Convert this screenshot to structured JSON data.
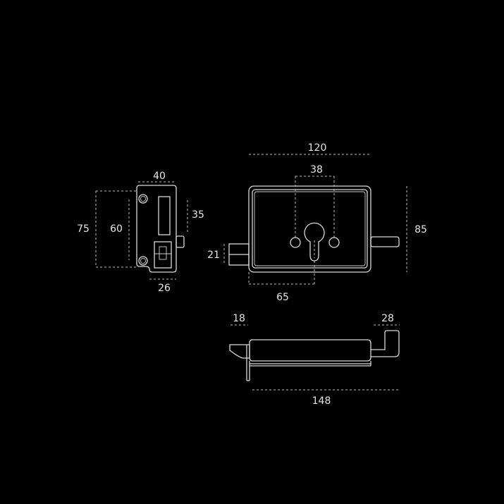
{
  "dimensions": {
    "side_width": "40",
    "side_height_outer": "75",
    "side_height_inner": "60",
    "side_strike": "35",
    "side_depth": "26",
    "front_width": "120",
    "front_hole_spacing": "38",
    "front_height": "85",
    "front_bolt": "21",
    "front_backset": "65",
    "top_left": "18",
    "top_right": "28",
    "top_length": "148"
  },
  "colors": {
    "background": "#000000",
    "line": "#d9d9d9",
    "text": "#e6e6e6"
  }
}
